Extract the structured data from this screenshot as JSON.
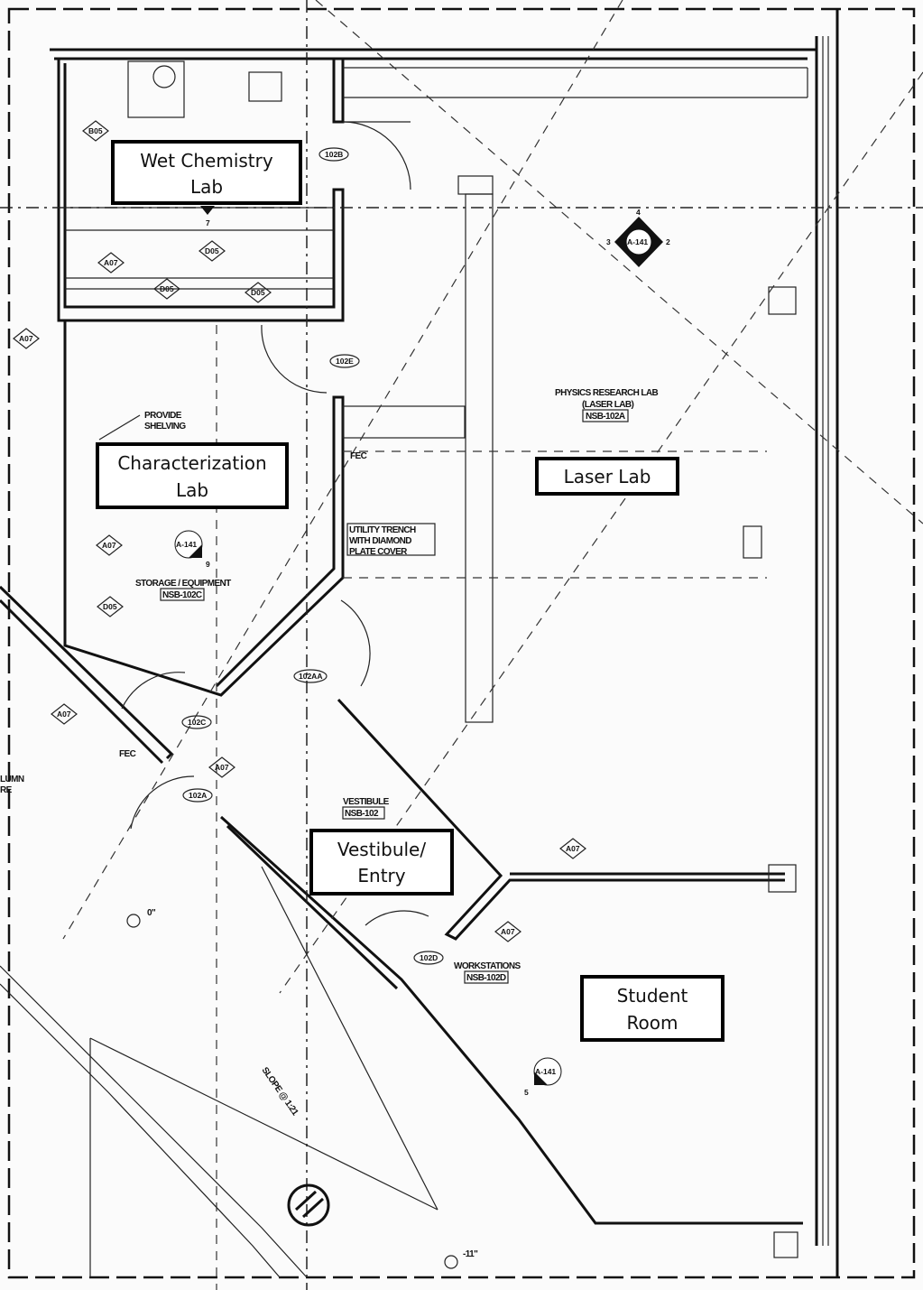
{
  "room_labels": {
    "wet_chemistry": [
      "Wet Chemistry",
      "Lab"
    ],
    "characterization": [
      "Characterization",
      "Lab"
    ],
    "laser": "Laser Lab",
    "vestibule": [
      "Vestibule/",
      "Entry"
    ],
    "student": [
      "Student",
      "Room"
    ]
  },
  "plan_notes": {
    "physics_lab": [
      "PHYSICS RESEARCH LAB",
      "(LASER LAB)",
      "NSB-102A"
    ],
    "storage": [
      "STORAGE / EQUIPMENT",
      "NSB-102C"
    ],
    "vestibule": [
      "VESTIBULE",
      "NSB-102"
    ],
    "workstations": [
      "WORKSTATIONS",
      "NSB-102D"
    ],
    "shelving": [
      "PROVIDE",
      "SHELVING"
    ],
    "trench": [
      "UTILITY TRENCH",
      "WITH DIAMOND",
      "PLATE COVER"
    ],
    "slope": "SLOPE @ 1:21",
    "fec": "FEC",
    "column": [
      "LUMN",
      "RE"
    ],
    "elev_0": "0\"",
    "elev_11": "-11\""
  },
  "door_tags": [
    "102B",
    "102E",
    "102AA",
    "102C",
    "102A",
    "102D"
  ],
  "keynotes": {
    "b05": "B05",
    "d05": "D05",
    "a07": "A07"
  },
  "section_markers": {
    "ref": "A-141",
    "top_numbers": [
      "4",
      "3",
      "2"
    ],
    "char_number": "9",
    "student_number": "5",
    "wet_number": "7"
  }
}
